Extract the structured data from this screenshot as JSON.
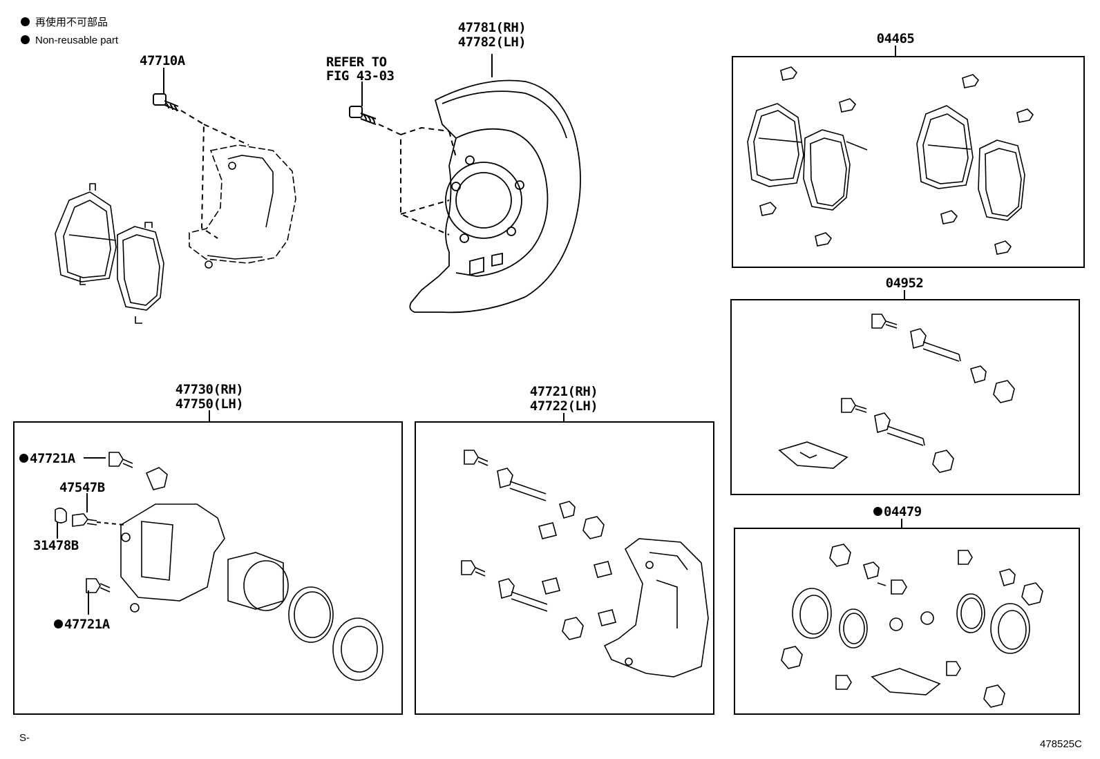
{
  "legend": {
    "line1": "再使用不可部品",
    "line2": "Non-reusable part"
  },
  "labels": {
    "p47710A": "47710A",
    "refer1": "REFER TO",
    "refer2": "FIG 43-03",
    "p47781": "47781(RH)",
    "p47782": "47782(LH)",
    "p04465": "04465",
    "p04952": "04952",
    "p04479": "04479",
    "p47730": "47730(RH)",
    "p47750": "47750(LH)",
    "p47721_rh": "47721(RH)",
    "p47722_lh": "47722(LH)",
    "p47721A_top": "47721A",
    "p47547B": "47547B",
    "p31478B": "31478B",
    "p47721A_bottom": "47721A"
  },
  "footer": {
    "left": "S-",
    "right": "478525C"
  },
  "icons": [
    "bullet-dot-icon"
  ]
}
